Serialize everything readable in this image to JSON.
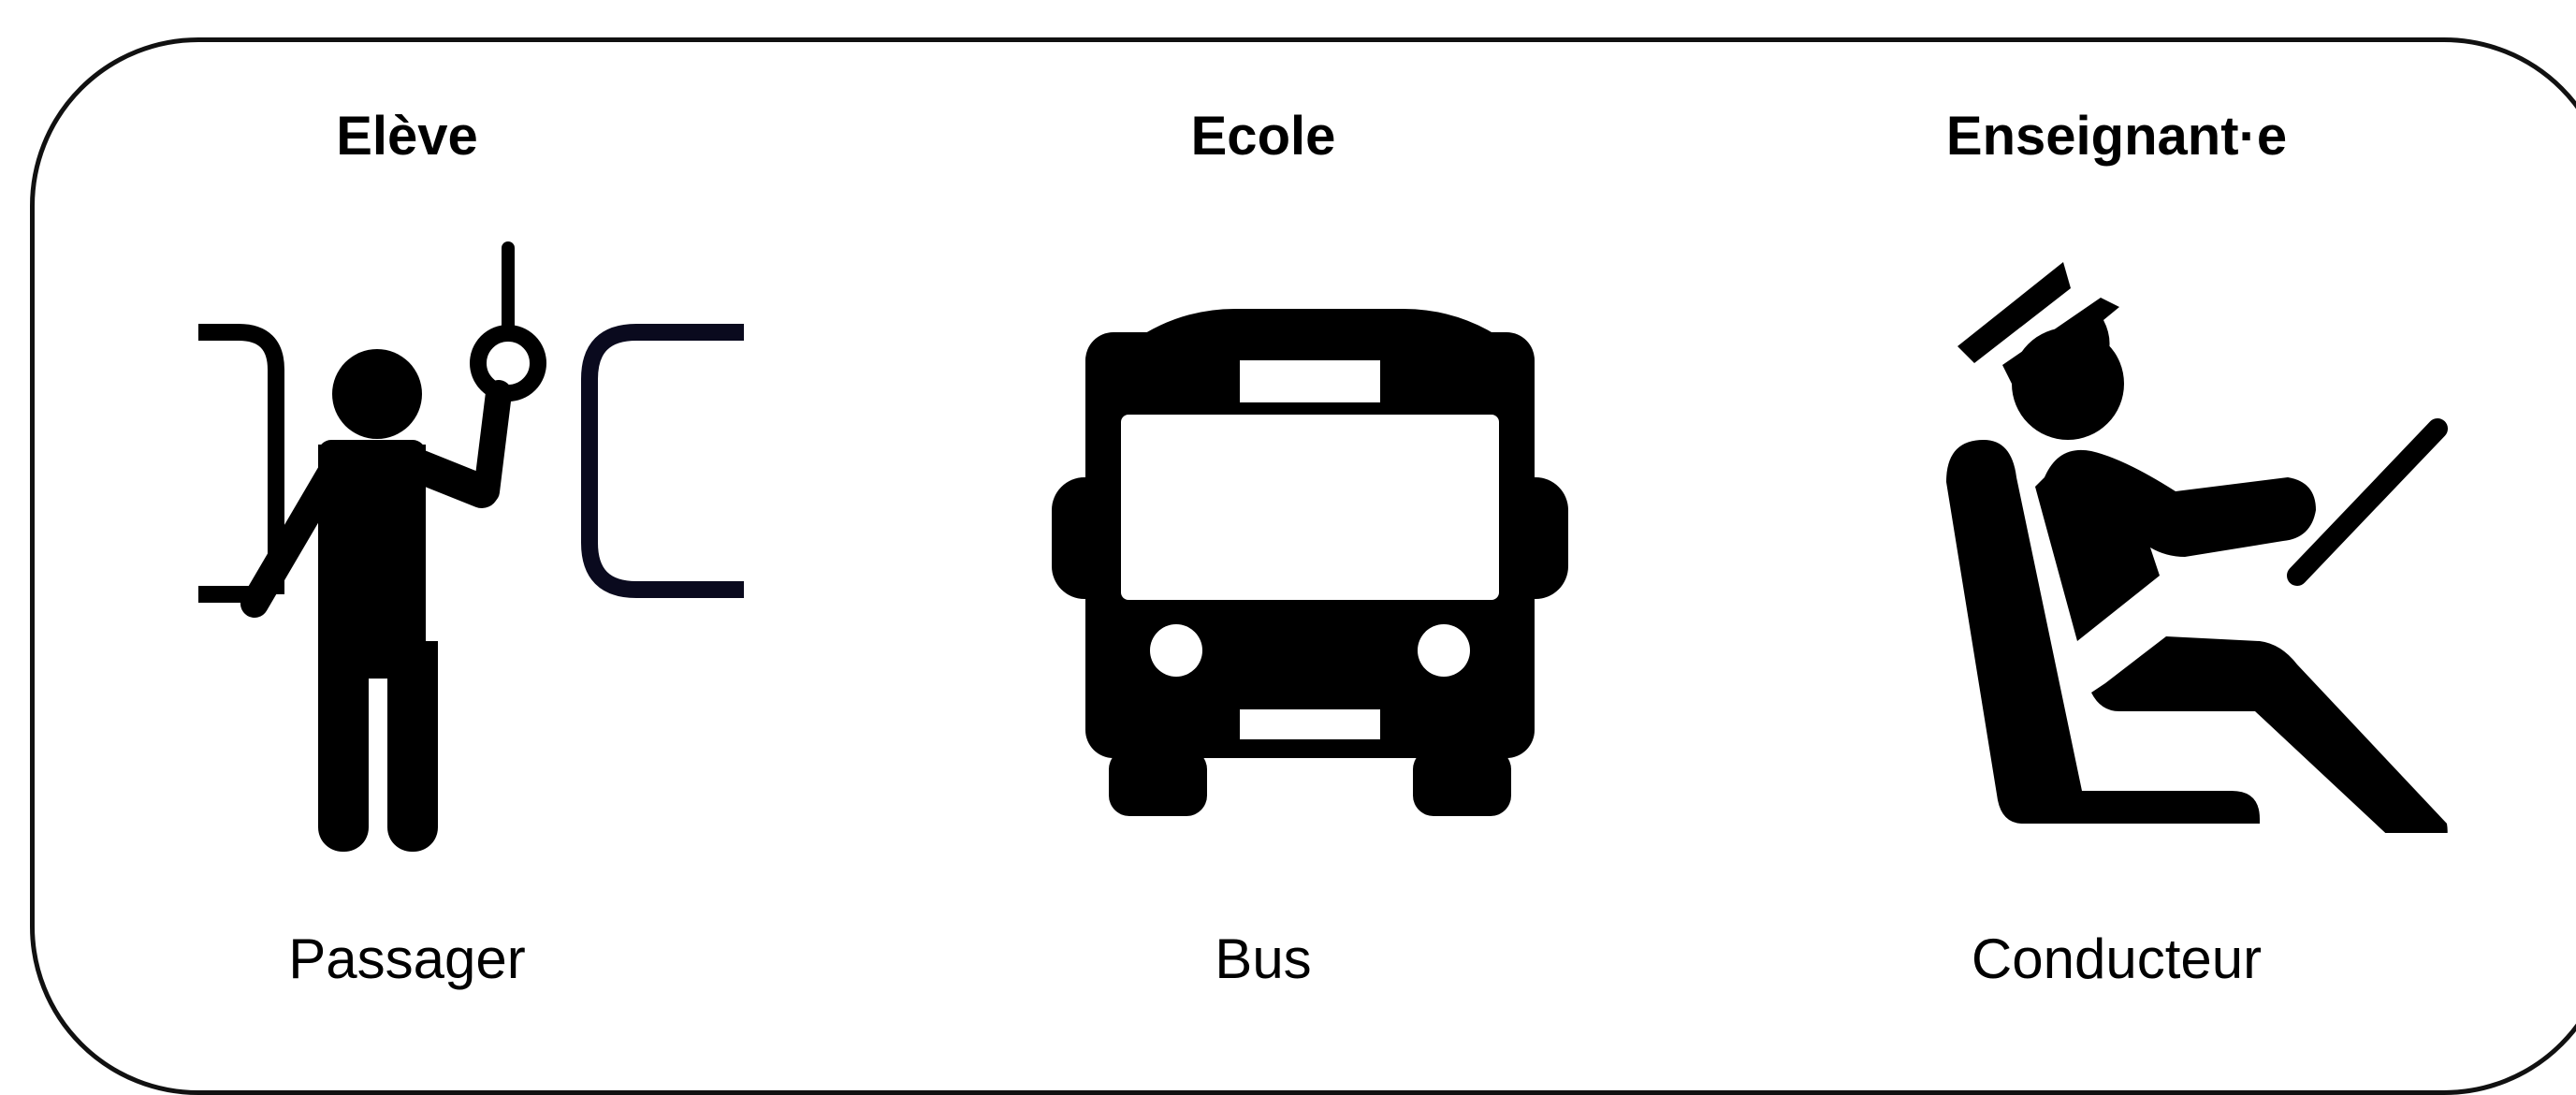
{
  "columns": [
    {
      "title": "Elève",
      "label": "Passager",
      "icon": "standing-passenger-icon"
    },
    {
      "title": "Ecole",
      "label": "Bus",
      "icon": "bus-icon"
    },
    {
      "title": "Enseignant·e",
      "label": "Conducteur",
      "icon": "seated-driver-icon"
    }
  ],
  "colors": {
    "ink": "#000000",
    "frame": "#111111",
    "background": "#ffffff"
  }
}
